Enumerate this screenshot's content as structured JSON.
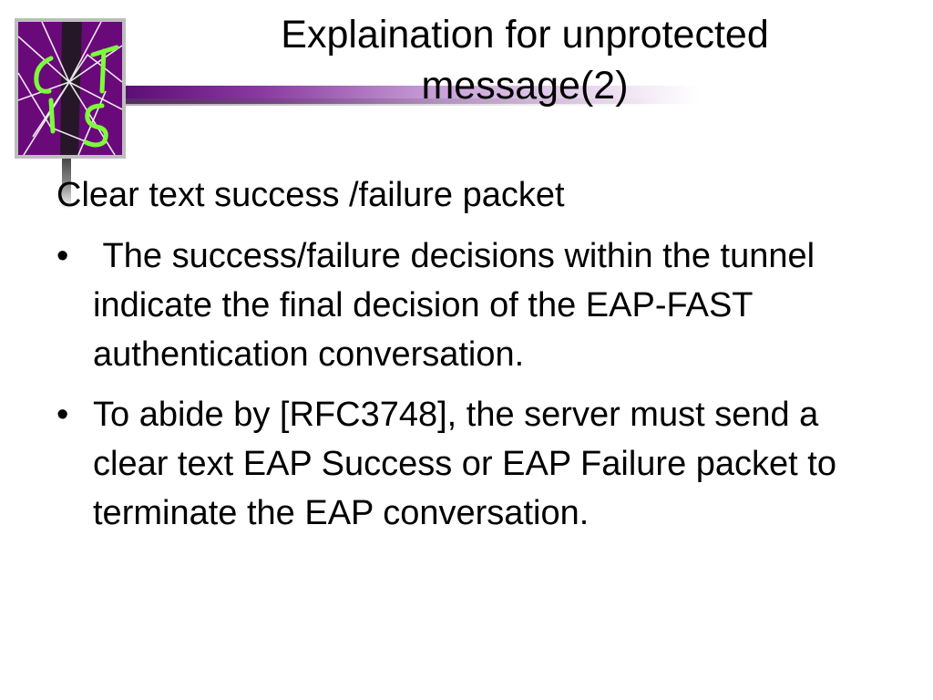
{
  "slide": {
    "title": "Explaination for unprotected message(2)",
    "subheading": "Clear text success /failure packet",
    "bullets": [
      {
        "marker": "•",
        "text": " The success/failure decisions within the tunnel indicate the final decision of the EAP-FAST authentication conversation."
      },
      {
        "marker": "•",
        "text": "To abide by [RFC3748], the server must send a clear text EAP Success or EAP Failure packet to terminate the EAP conversation."
      }
    ]
  },
  "colors": {
    "logo_background": "#6a0a7a",
    "logo_letters": "#7cff3a",
    "header_bar": "#5a0a70"
  },
  "icons": {
    "logo": "cit-logo-icon"
  }
}
